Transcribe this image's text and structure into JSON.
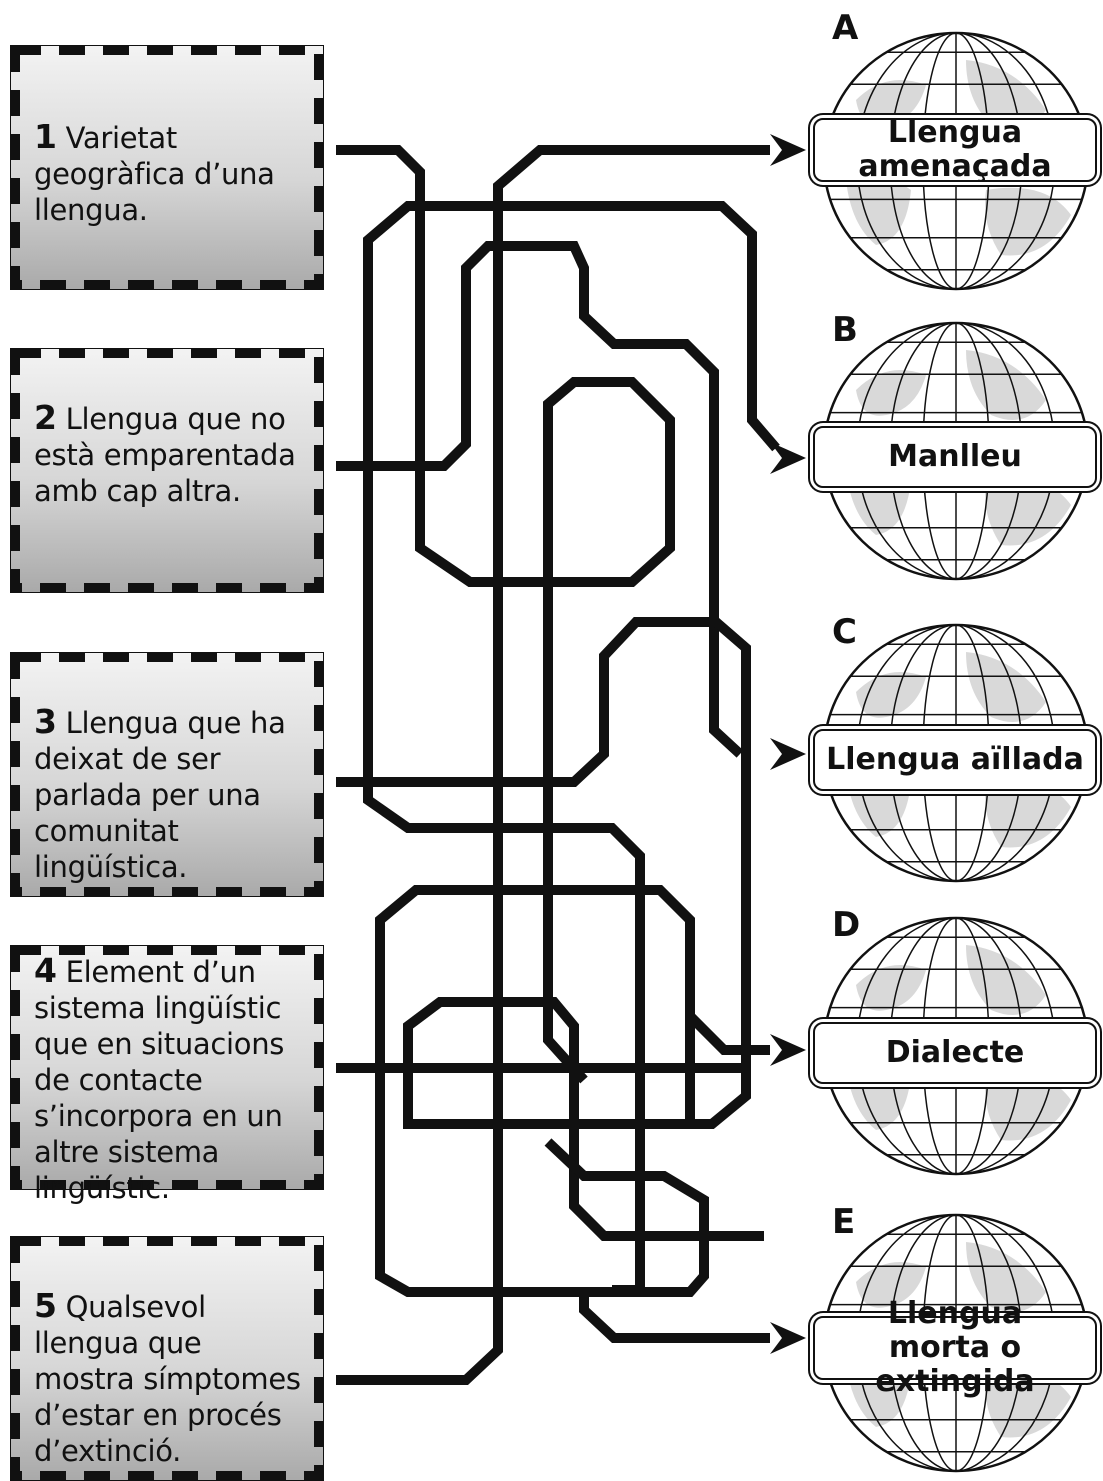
{
  "definitions": [
    {
      "number": "1",
      "text": "Varietat geogràfica d’una llengua."
    },
    {
      "number": "2",
      "text": "Llengua que no està emparentada amb cap altra."
    },
    {
      "number": "3",
      "text": "Llengua que ha deixat de ser parlada per una comunitat lingüística."
    },
    {
      "number": "4",
      "text": "Element d’un sistema lingüístic que en situacions de contacte s’incorpora en un altre sistema lingüístic."
    },
    {
      "number": "5",
      "text": "Qualsevol llengua que mostra símptomes d’estar en procés d’extinció."
    }
  ],
  "terms": [
    {
      "letter": "A",
      "label": "Llengua amenaçada"
    },
    {
      "letter": "B",
      "label": "Manlleu"
    },
    {
      "letter": "C",
      "label": "Llengua aïllada"
    },
    {
      "letter": "D",
      "label": "Dialecte"
    },
    {
      "letter": "E",
      "label": "Llengua morta o extingida"
    }
  ],
  "colors": {
    "line": "#111111",
    "box_top": "#f3f3f3",
    "box_bottom": "#a9a9a9",
    "globe_land": "#d9d9d9"
  }
}
